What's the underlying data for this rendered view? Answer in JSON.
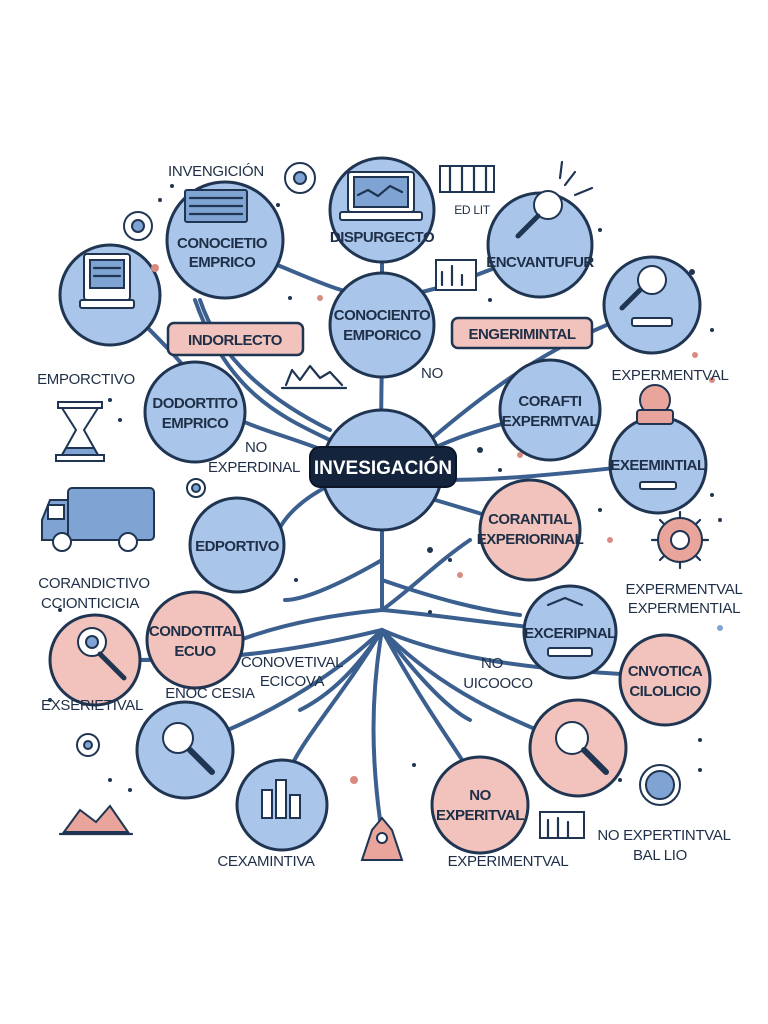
{
  "center": {
    "label": "INVESIGACIÓN"
  },
  "nodes": {
    "conocimiento_emprico_tl": [
      "CONOCIETIO",
      "EMPRICO"
    ],
    "dispurgecto": [
      "DISPURGECTO"
    ],
    "conociento_emporico": [
      "CONOCIENTO",
      "EMPORICO"
    ],
    "encvantufur": [
      "ENCVANTUFUR"
    ],
    "dodortito_emprico": [
      "DODORTITO",
      "EMPRICO"
    ],
    "corafti_experemtval": [
      "CORAFTI",
      "EXPERMTVAL"
    ],
    "exeemintial": [
      "EXEEMINTIAL"
    ],
    "edportivo": [
      "EDPORTIVO"
    ],
    "corantial_experiorinal": [
      "CORANTIAL",
      "EXPERIORINAL"
    ],
    "condotital_ecuo": [
      "CONDOTITAL",
      "ECUO"
    ],
    "exceripnal": [
      "EXCERIPNAL"
    ],
    "cnvotica_cilolicio": [
      "CNVOTICA",
      "CILOLICIO"
    ],
    "no_experitval": [
      "NO",
      "EXPERITVAL"
    ]
  },
  "boxes": {
    "indorlecto": "INDORLECTO",
    "engerimintal": "ENGERIMINTAL"
  },
  "labels": {
    "invengicion": "INVENGICIÓN",
    "emporctivo": "EMPORCTIVO",
    "no_top": "NO",
    "no_experdinal": [
      "NO",
      "EXPERDINAL"
    ],
    "experimentval_right": "EXPERMENTVAL",
    "corandictivo": [
      "CORANDICTIVO",
      "CCIONTICICIA"
    ],
    "experimentval_right2": [
      "EXPERMENTVAL",
      "EXPERMENTIAL"
    ],
    "conovetival": [
      "CONOVETIVAL",
      "ECICOVA"
    ],
    "no_mid": [
      "NO",
      "UICOOCO"
    ],
    "exserietival": "EXSERIETIVAL",
    "enoc_cesia": "ENOC CESIA",
    "cexamintiva": "CEXAMINTIVA",
    "experimentval_bottom": "EXPERIMENTVAL",
    "no_experintval_bal": [
      "NO EXPERTINTVAL",
      "BAL LIO"
    ],
    "ed_lit": "ED LIT"
  }
}
